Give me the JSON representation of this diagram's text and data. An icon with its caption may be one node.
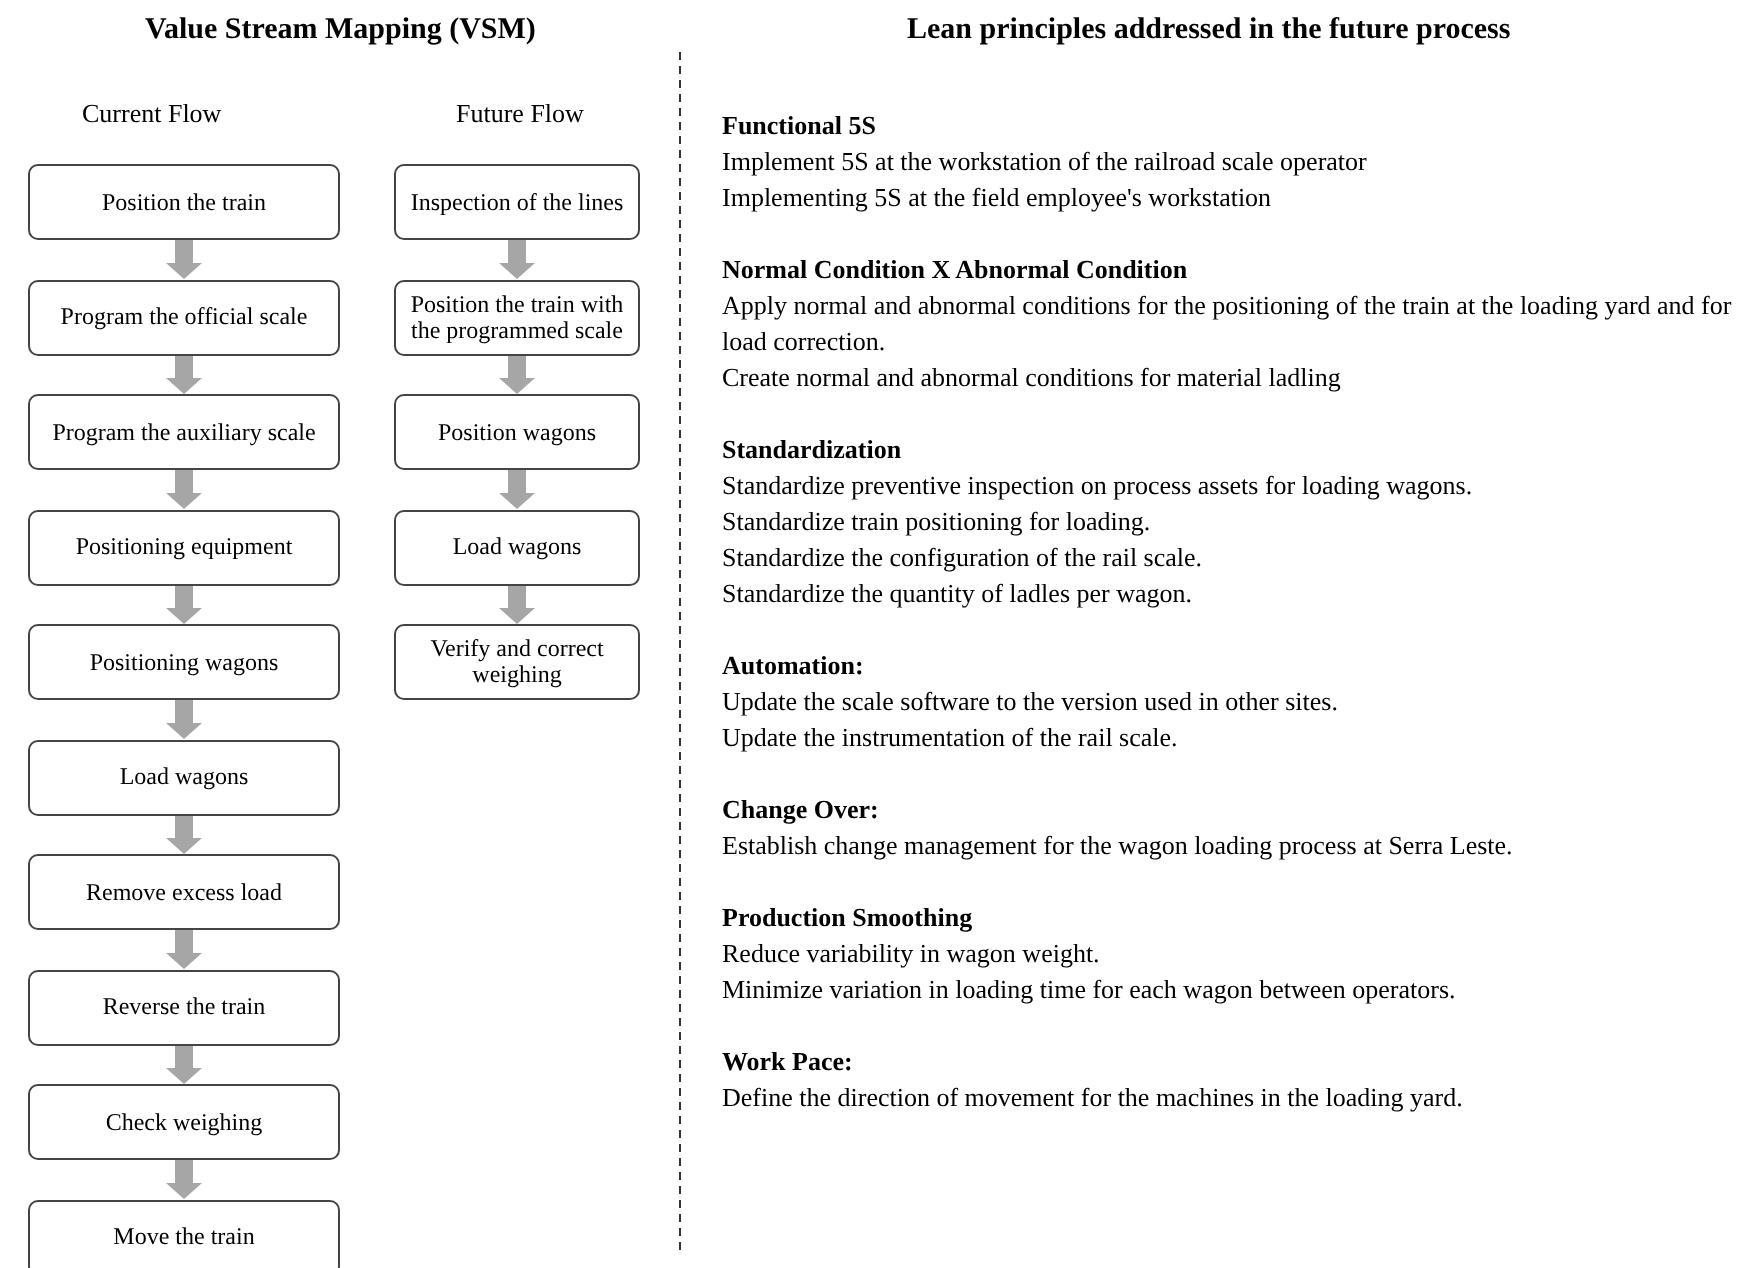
{
  "diagram": {
    "nodes": [
      {
        "text": [
          "Position the train"
        ]
      },
      {
        "text": [
          "Program the official scale"
        ]
      },
      {
        "text": [
          "Program the auxiliary scale"
        ]
      },
      {
        "text": [
          "Positioning equipment"
        ]
      },
      {
        "text": [
          "Positioning wagons"
        ]
      },
      {
        "text": [
          "Load wagons"
        ]
      },
      {
        "text": [
          "Remove excess load"
        ]
      },
      {
        "text": [
          "Reverse the train"
        ]
      },
      {
        "text": [
          "Check weighing"
        ]
      },
      {
        "text": [
          "Move the train"
        ]
      },
      {
        "text": [
          "Inspection of the lines"
        ]
      },
      {
        "text": [
          "Position the train with the programmed scale"
        ]
      },
      {
        "text": [
          "Position wagons"
        ]
      },
      {
        "text": [
          "Load wagons"
        ]
      },
      {
        "text": [
          "Verify and correct weighing"
        ]
      }
    ],
    "edges": [
      {
        "from": 0,
        "to": 1,
        "arrow": "to"
      },
      {
        "from": 1,
        "to": 2,
        "arrow": "to"
      },
      {
        "from": 2,
        "to": 3,
        "arrow": "to"
      },
      {
        "from": 3,
        "to": 4,
        "arrow": "to"
      },
      {
        "from": 4,
        "to": 5,
        "arrow": "to"
      },
      {
        "from": 5,
        "to": 6,
        "arrow": "to"
      },
      {
        "from": 6,
        "to": 7,
        "arrow": "to"
      },
      {
        "from": 7,
        "to": 8,
        "arrow": "to"
      },
      {
        "from": 8,
        "to": 9,
        "arrow": "to"
      },
      {
        "from": 10,
        "to": 11,
        "arrow": "to"
      },
      {
        "from": 11,
        "to": 12,
        "arrow": "to"
      },
      {
        "from": 12,
        "to": 13,
        "arrow": "to"
      },
      {
        "from": 13,
        "to": 14,
        "arrow": "to"
      }
    ],
    "labels": [
      "Value Stream Mapping (VSM)",
      "Lean principles addressed in the future process",
      "Current Flow",
      "Future Flow",
      "Functional 5S",
      "Implement 5S at the workstation of the railroad scale operator",
      "Implementing 5S at the field employee's workstation",
      "Normal Condition X Abnormal Condition",
      "Apply normal and abnormal conditions for the positioning of the train at the loading yard and for load correction.",
      "Create normal and abnormal conditions for material ladling",
      "Standardization",
      "Standardize preventive inspection on process assets for loading wagons.",
      "Standardize train positioning for loading.",
      "Standardize the configuration of the rail scale.",
      "Standardize the quantity of ladles per wagon.",
      "Automation:",
      "Update the scale software to the version used in other sites.",
      "Update the instrumentation of the rail scale.",
      "Change Over:",
      "Establish change management for the wagon loading process at Serra Leste.",
      "Production Smoothing",
      "Reduce variability in wagon weight.",
      "Minimize variation in loading time for each wagon between operators.",
      "Work Pace:",
      "Define the direction of movement for the machines in the loading yard."
    ]
  }
}
